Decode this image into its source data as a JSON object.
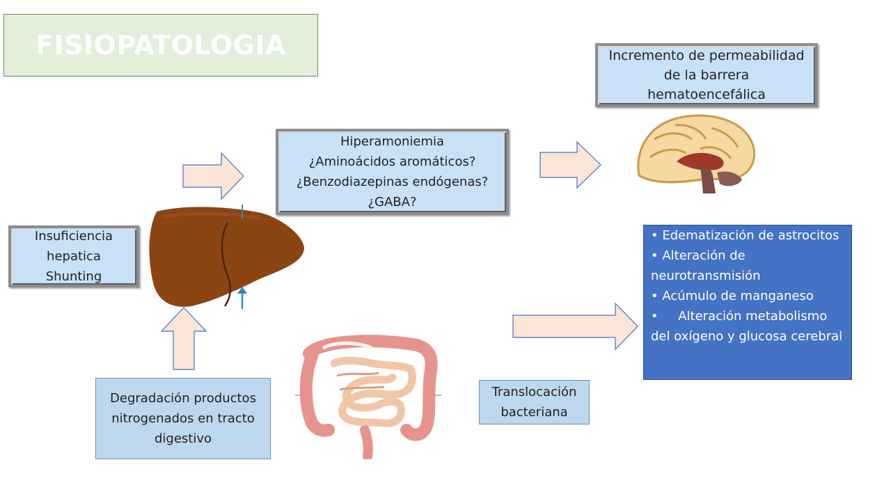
{
  "title": "FISIOPATOLOGIA",
  "barrier_box": {
    "lines": [
      "Incremento de permeabilidad",
      "de la barrera",
      "hematoencefálica"
    ]
  },
  "hyperammonemia_box": {
    "lines": [
      "Hiperamoniemia",
      "¿Aminoácidos aromáticos?",
      "¿Benzodiazepinas endógenas?",
      "¿GABA?"
    ]
  },
  "liver_failure_box": {
    "lines": [
      "Insuficiencia",
      "hepatica",
      "Shunting"
    ]
  },
  "degradation_box": {
    "lines": [
      "Degradación productos",
      "nitrogenados en tracto",
      "digestivo"
    ]
  },
  "translocation_box": {
    "lines": [
      "Translocación",
      "bacteriana"
    ]
  },
  "effects_box": {
    "lines": [
      "• Edematización de astrocitos",
      "• Alteración de neurotransmisión",
      "• Acúmulo de manganeso",
      "•     Alteración metabolismo del oxígeno y glucosa cerebral"
    ]
  },
  "colors": {
    "arrow_fill": "#fbe5d6",
    "arrow_stroke": "#4472c4",
    "liver": "#8b4513",
    "title_bg": "#e2efda",
    "effects_bg": "#4472c4",
    "box_bg": "#c9e1f7"
  },
  "icons": [
    "liver-illustration",
    "brain-illustration",
    "intestine-illustration"
  ]
}
